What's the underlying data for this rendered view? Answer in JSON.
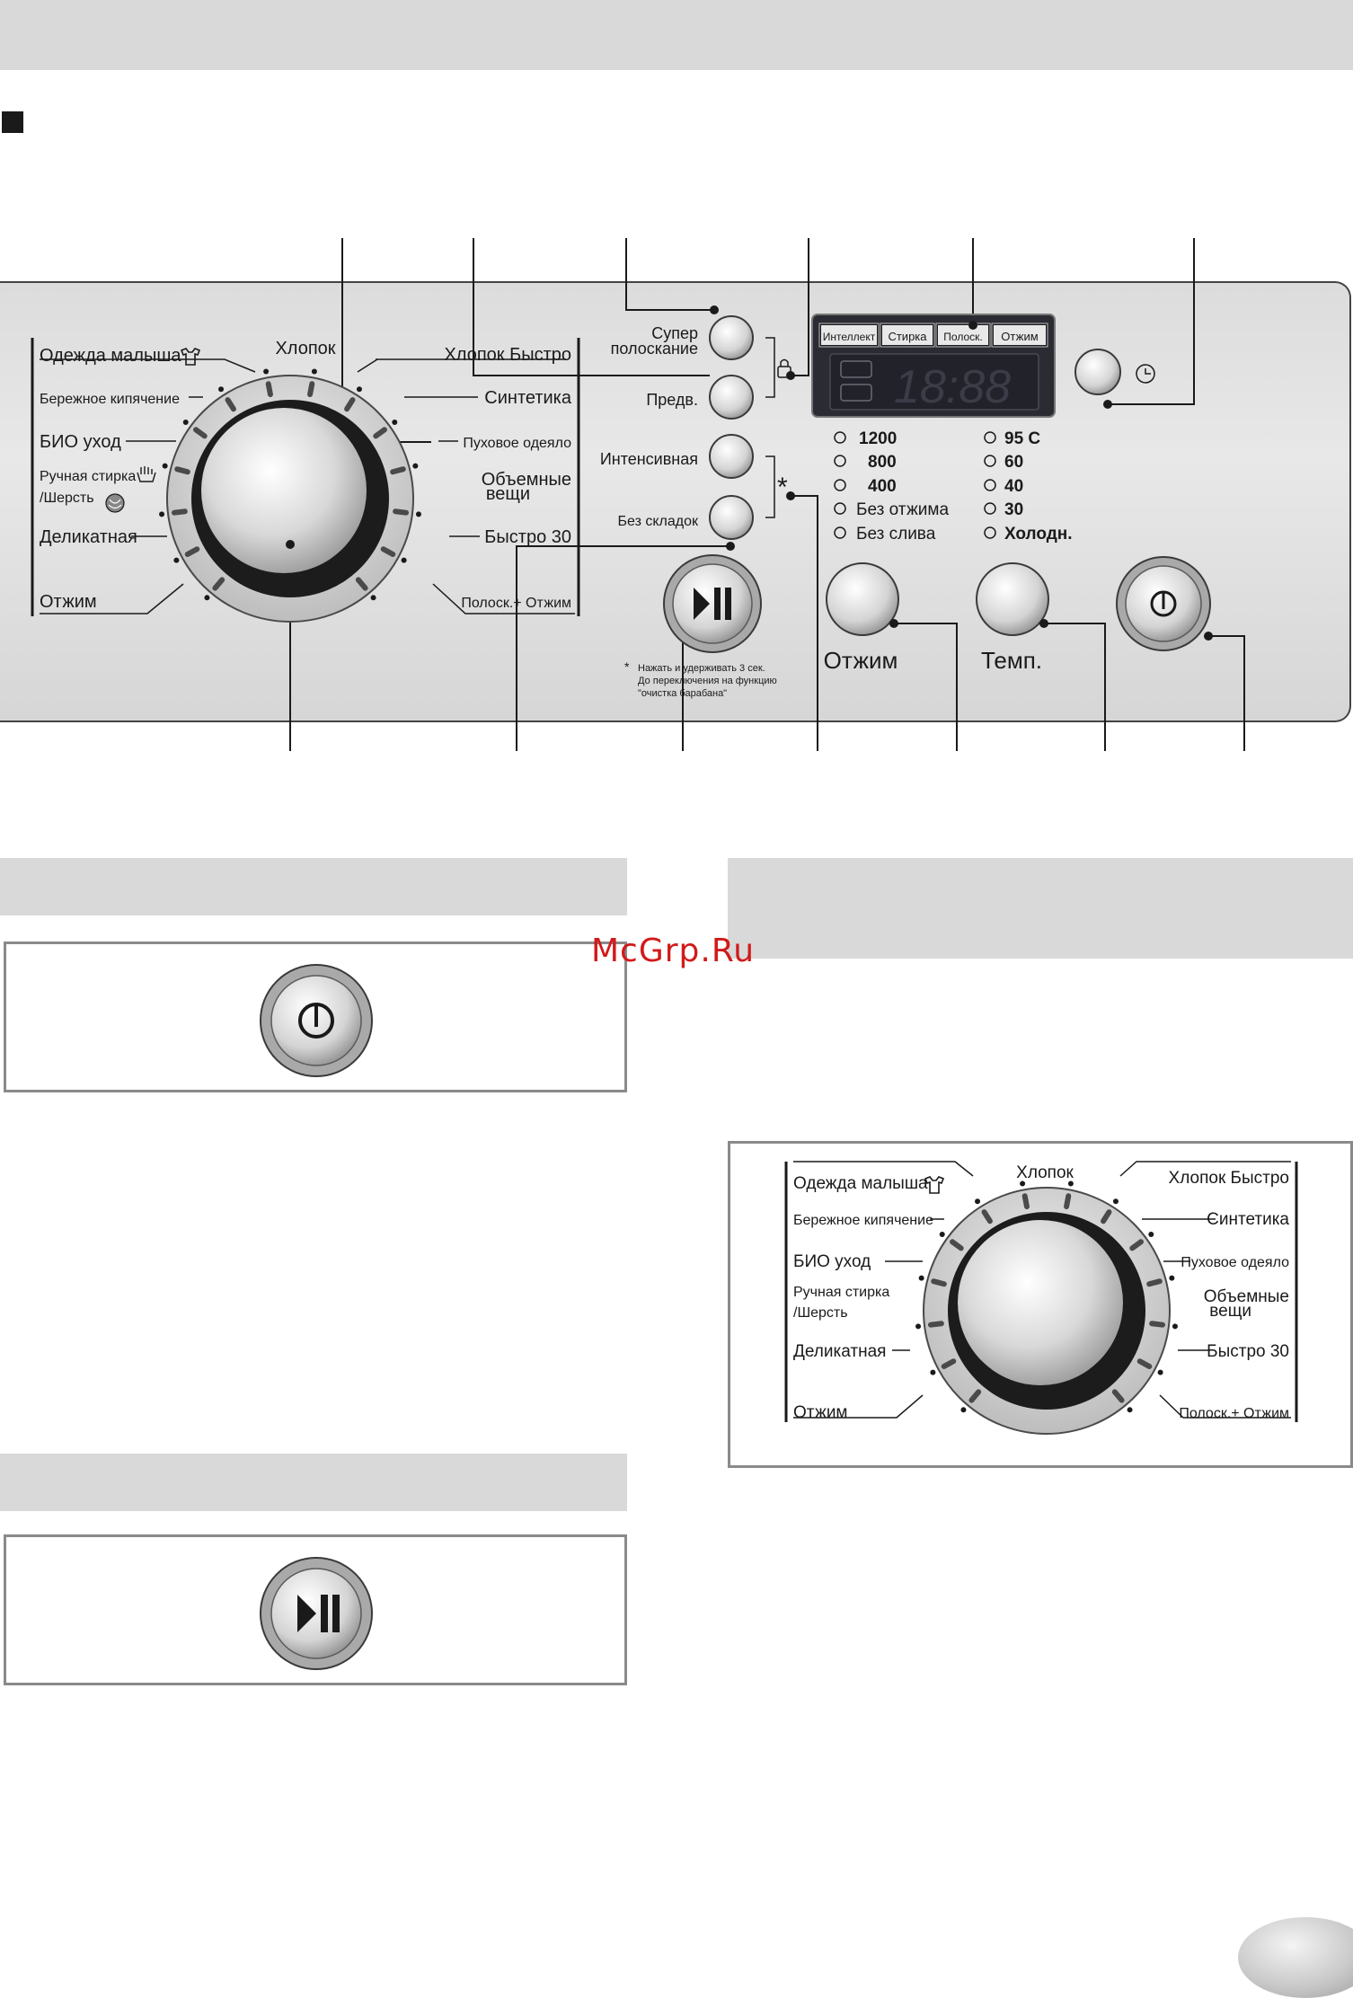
{
  "dial": {
    "programs_left": [
      "Одежда малыша",
      "Бережное кипячение",
      "БИО уход",
      "Ручная стирка",
      "/Шерсть",
      "Деликатная",
      "Отжим"
    ],
    "programs_top": "Хлопок",
    "programs_right": [
      "Хлопок Быстро",
      "Синтетика",
      "Пуховое одеяло",
      "Объемные",
      "вещи",
      "Быстро 30",
      "Полоск.+ Отжим"
    ]
  },
  "option_buttons": {
    "super_rinse_line1": "Супер",
    "super_rinse_line2": "полоскание",
    "prewash": "Предв.",
    "intensive": "Интенсивная",
    "no_crease": "Без складок",
    "asterisk": "*"
  },
  "display": {
    "stages": [
      "Интеллект",
      "Стирка",
      "Полоск.",
      "Отжим"
    ],
    "digits": "18:88"
  },
  "spin_options": [
    "1200",
    "800",
    "400",
    "Без отжима",
    "Без слива"
  ],
  "temp_options": [
    "95 С",
    "60",
    "40",
    "30",
    "Холодн."
  ],
  "bottom_buttons": {
    "spin": "Отжим",
    "temp": "Темп."
  },
  "footnote": {
    "star": "*",
    "line1": "Нажать и удерживать 3 сек.",
    "line2": "До переключения на функцию",
    "line3": "\"очистка барабана\""
  },
  "watermark": "McGrp.Ru",
  "colors": {
    "panel": "#dedede",
    "band": "#d9d9d9",
    "watermark": "#d11a1a",
    "display": "#2b2b33"
  }
}
